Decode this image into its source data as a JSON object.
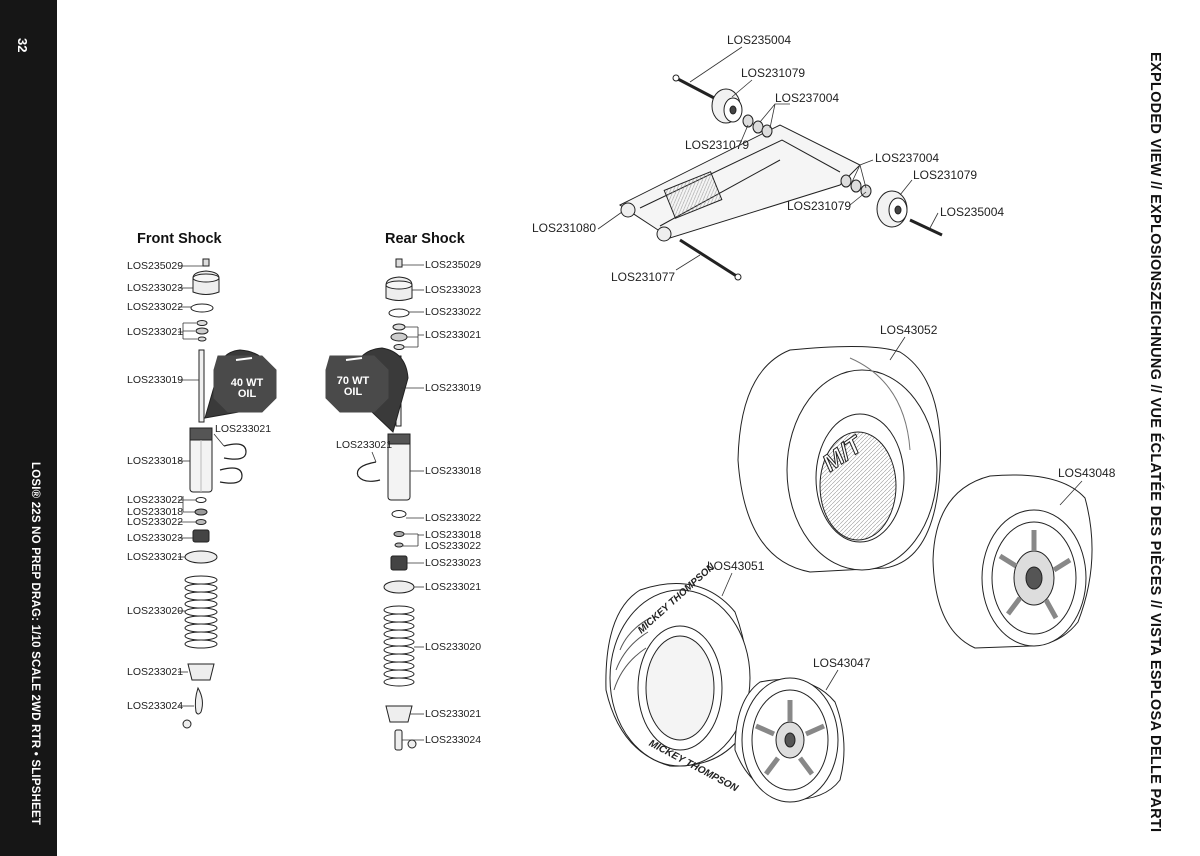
{
  "page_number": "32",
  "product_title": "LOSI® 22S NO PREP DRAG: 1/10 SCALE 2WD RTR • SLIPSHEET",
  "heading": "EXPLODED VIEW // EXPLOSIONSZEICHNUNG // VUE ÉCLATÉE DES PIÈCES // VISTA ESPLOSA DELLE PARTI",
  "front_shock": {
    "title": "Front Shock",
    "oil_line1": "40 WT",
    "oil_line2": "OIL",
    "labels": [
      "LOS235029",
      "LOS233023",
      "LOS233022",
      "LOS233021",
      "LOS233019",
      "LOS233021",
      "LOS233018",
      "LOS233022",
      "LOS233018",
      "LOS233022",
      "LOS233023",
      "LOS233021",
      "LOS233020",
      "LOS233021",
      "LOS233024"
    ]
  },
  "rear_shock": {
    "title": "Rear Shock",
    "oil_line1": "70 WT",
    "oil_line2": "OIL",
    "labels": [
      "LOS235029",
      "LOS233023",
      "LOS233022",
      "LOS233021",
      "LOS233019",
      "LOS233021",
      "LOS233018",
      "LOS233022",
      "LOS233018",
      "LOS233022",
      "LOS233023",
      "LOS233021",
      "LOS233020",
      "LOS233021",
      "LOS233024"
    ]
  },
  "arm": {
    "labels": [
      "LOS235004",
      "LOS231079",
      "LOS237004",
      "LOS231079",
      "LOS237004",
      "LOS231079",
      "LOS231079",
      "LOS235004",
      "LOS231080",
      "LOS231077"
    ]
  },
  "wheels": {
    "labels": [
      "LOS43052",
      "LOS43048",
      "LOS43051",
      "LOS43047"
    ],
    "brand_text": "MICKEY THOMPSON",
    "slick_text": "M/T"
  }
}
